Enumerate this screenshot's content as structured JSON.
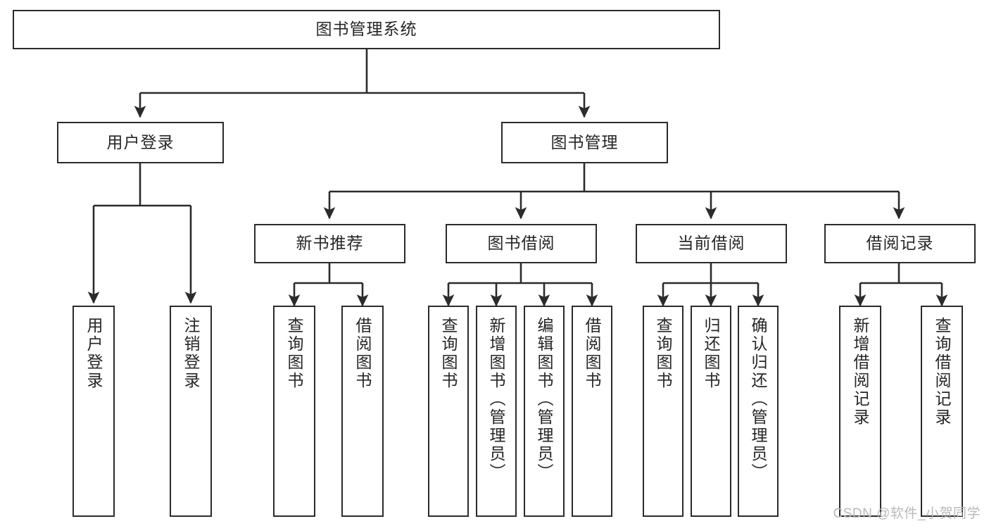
{
  "diagram": {
    "title": "图书管理系统",
    "type": "tree",
    "orientation": "top-down",
    "background_color": "#ffffff",
    "box_border_color": "#2b2b2b",
    "text_color": "#262626",
    "edge_color": "#2b2b2b"
  },
  "watermark": {
    "text": "CSDN @软件_小贺同学",
    "color": "#b9b9b9"
  },
  "nodes": {
    "root": {
      "label": "图书管理系统",
      "level": 0,
      "orientation": "horizontal"
    },
    "l1": [
      {
        "id": "user_login",
        "label": "用户登录",
        "level": 1,
        "orientation": "horizontal"
      },
      {
        "id": "book_manage",
        "label": "图书管理",
        "level": 1,
        "orientation": "horizontal"
      }
    ],
    "l2": [
      {
        "id": "new_book_rec",
        "label": "新书推荐",
        "level": 2,
        "orientation": "horizontal",
        "parent": "book_manage"
      },
      {
        "id": "book_borrow",
        "label": "图书借阅",
        "level": 2,
        "orientation": "horizontal",
        "parent": "book_manage"
      },
      {
        "id": "current_borrow",
        "label": "当前借阅",
        "level": 2,
        "orientation": "horizontal",
        "parent": "book_manage"
      },
      {
        "id": "borrow_record",
        "label": "借阅记录",
        "level": 2,
        "orientation": "horizontal",
        "parent": "book_manage"
      }
    ],
    "leaves": [
      {
        "id": "leaf_user_login",
        "label": "用户登录",
        "parent": "user_login",
        "orientation": "vertical"
      },
      {
        "id": "leaf_user_logout",
        "label": "注销登录",
        "parent": "user_login",
        "orientation": "vertical"
      },
      {
        "id": "leaf_rec_query",
        "label": "查询图书",
        "parent": "new_book_rec",
        "orientation": "vertical"
      },
      {
        "id": "leaf_rec_borrow",
        "label": "借阅图书",
        "parent": "new_book_rec",
        "orientation": "vertical"
      },
      {
        "id": "leaf_borrow_query",
        "label": "查询图书",
        "parent": "book_borrow",
        "orientation": "vertical"
      },
      {
        "id": "leaf_borrow_add",
        "label": "新增图书（管理员）",
        "parent": "book_borrow",
        "orientation": "vertical"
      },
      {
        "id": "leaf_borrow_edit",
        "label": "编辑图书（管理员）",
        "parent": "book_borrow",
        "orientation": "vertical"
      },
      {
        "id": "leaf_borrow_do",
        "label": "借阅图书",
        "parent": "book_borrow",
        "orientation": "vertical"
      },
      {
        "id": "leaf_cur_query",
        "label": "查询图书",
        "parent": "current_borrow",
        "orientation": "vertical"
      },
      {
        "id": "leaf_cur_return",
        "label": "归还图书",
        "parent": "current_borrow",
        "orientation": "vertical"
      },
      {
        "id": "leaf_cur_confirm",
        "label": "确认归还（管理员）",
        "parent": "current_borrow",
        "orientation": "vertical"
      },
      {
        "id": "leaf_rec_add",
        "label": "新增借阅记录",
        "parent": "borrow_record",
        "orientation": "vertical"
      },
      {
        "id": "leaf_rec_search",
        "label": "查询借阅记录",
        "parent": "borrow_record",
        "orientation": "vertical"
      }
    ]
  }
}
